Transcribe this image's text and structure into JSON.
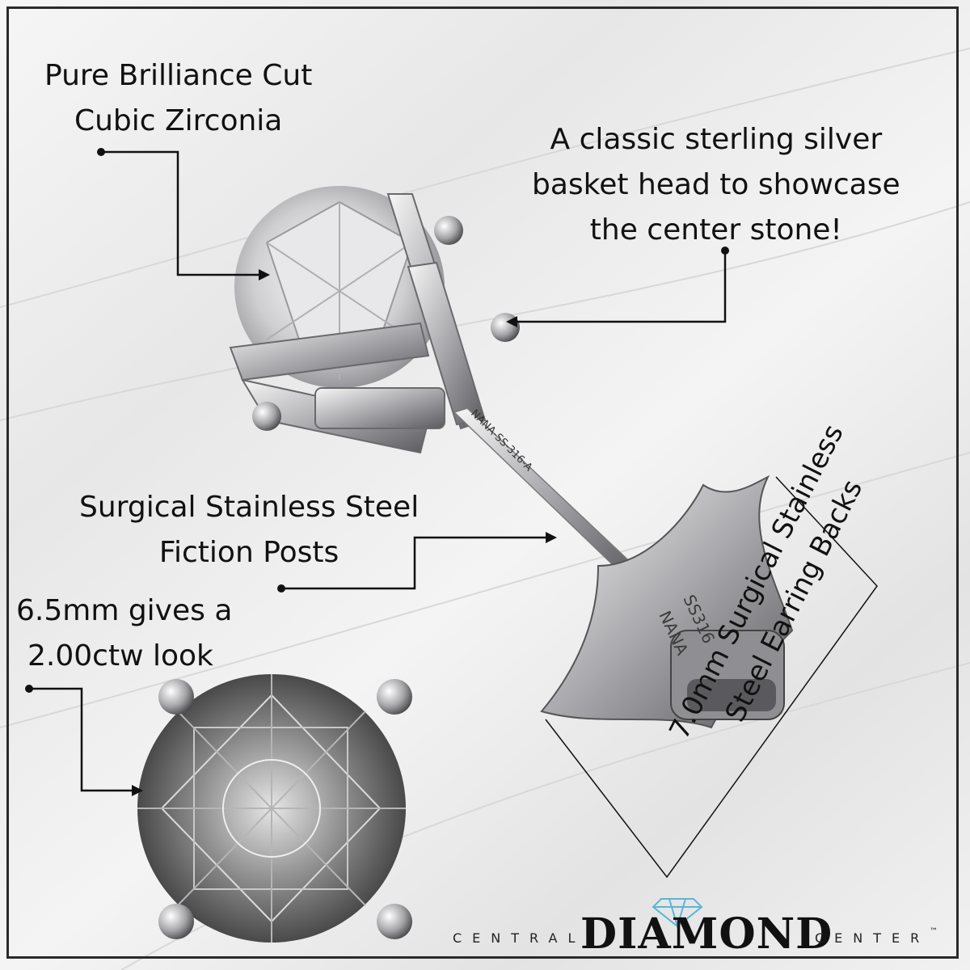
{
  "labels": {
    "stone": [
      "Pure Brilliance Cut",
      "Cubic Zirconia"
    ],
    "basket": [
      "A classic sterling silver",
      "basket head to showcase",
      "the center stone!"
    ],
    "posts": [
      "Surgical Stainless Steel",
      "Fiction Posts"
    ],
    "size": [
      "6.5mm gives a",
      "2.00ctw look"
    ],
    "backs": [
      "7.0mm Surgical Stainless",
      "Steel Earring Backs"
    ]
  },
  "engravings": {
    "post": "NANA-SS-316-A",
    "back_line1": "SS316",
    "back_line2": "NANA"
  },
  "logo": {
    "left": "CENTRAL",
    "brand": "DIAMOND",
    "right": "CENTER",
    "tm": "™"
  },
  "colors": {
    "metal": "#c9c9cc",
    "gem": "#9a9a9a",
    "logo_accent": "#5ab6d6"
  }
}
